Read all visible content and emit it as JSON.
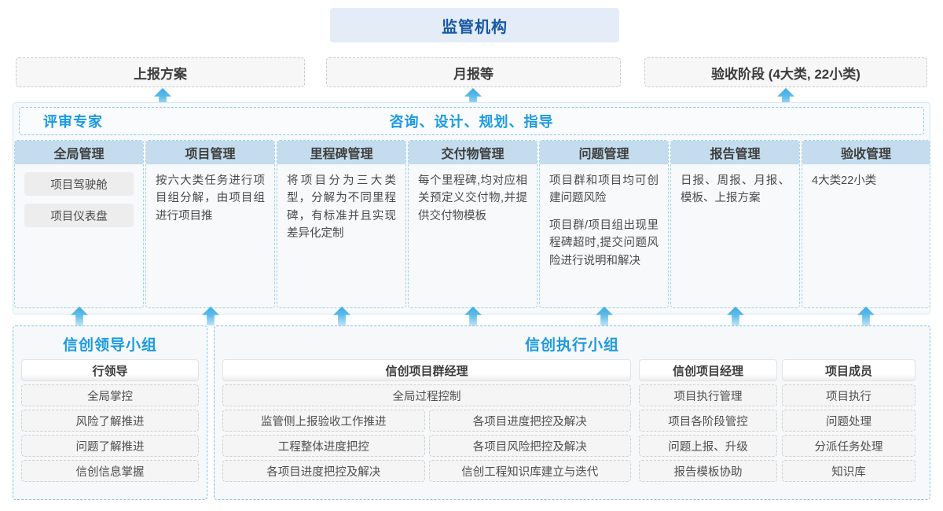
{
  "top": {
    "regulator": "监管机构",
    "reports": [
      {
        "label": "上报方案"
      },
      {
        "label": "月报等"
      },
      {
        "label": "验收阶段 (4大类, 22小类)"
      }
    ]
  },
  "band": {
    "left_label": "评审专家",
    "mid_label": "咨询、设计、规划、指导",
    "columns": [
      {
        "title": "全局管理",
        "pills": [
          "项目驾驶舱",
          "项目仪表盘"
        ],
        "paragraphs": []
      },
      {
        "title": "项目管理",
        "pills": [],
        "paragraphs": [
          "按六大类任务进行项目组分解，由项目组进行项目推"
        ]
      },
      {
        "title": "里程碑管理",
        "pills": [],
        "paragraphs": [
          "将项目分为三大类型，分解为不同里程碑，有标准并且实现差异化定制"
        ]
      },
      {
        "title": "交付物管理",
        "pills": [],
        "paragraphs": [
          "每个里程碑,均对应相关预定义交付物,并提供交付物模板"
        ]
      },
      {
        "title": "问题管理",
        "pills": [],
        "paragraphs": [
          "项目群和项目均可创建问题风险",
          "项目群/项目组出现里程碑超时,提交问题风险进行说明和解决"
        ]
      },
      {
        "title": "报告管理",
        "pills": [],
        "paragraphs": [
          "日报、周报、月报、模板、上报方案"
        ]
      },
      {
        "title": "验收管理",
        "pills": [],
        "paragraphs": [
          "4大类22小类"
        ]
      }
    ]
  },
  "bottom": {
    "leader_group": {
      "title": "信创领导小组",
      "role": "行领导",
      "items": [
        "全局掌控",
        "风险了解推进",
        "问题了解推进",
        "信创信息掌握"
      ]
    },
    "exec_group": {
      "title": "信创执行小组",
      "program_manager": {
        "role": "信创项目群经理",
        "wide_item": "全局过程控制",
        "col_a": [
          "监管侧上报验收工作推进",
          "工程整体进度把控",
          "各项目进度把控及解决"
        ],
        "col_b": [
          "各项目进度把控及解决",
          "各项目风险把控及解决",
          "信创工程知识库建立与迭代"
        ]
      },
      "project_manager": {
        "role": "信创项目经理",
        "items": [
          "项目执行管理",
          "项目各阶段管控",
          "问题上报、升级",
          "报告模板协助"
        ]
      },
      "member": {
        "role": "项目成员",
        "items": [
          "项目执行",
          "问题处理",
          "分派任务处理",
          "知识库"
        ]
      }
    }
  },
  "colors": {
    "accent_blue": "#1b9ae0",
    "title_blue": "#1559a8",
    "header_fill": "#c4dced",
    "band_fill": "#f7f9fb"
  }
}
